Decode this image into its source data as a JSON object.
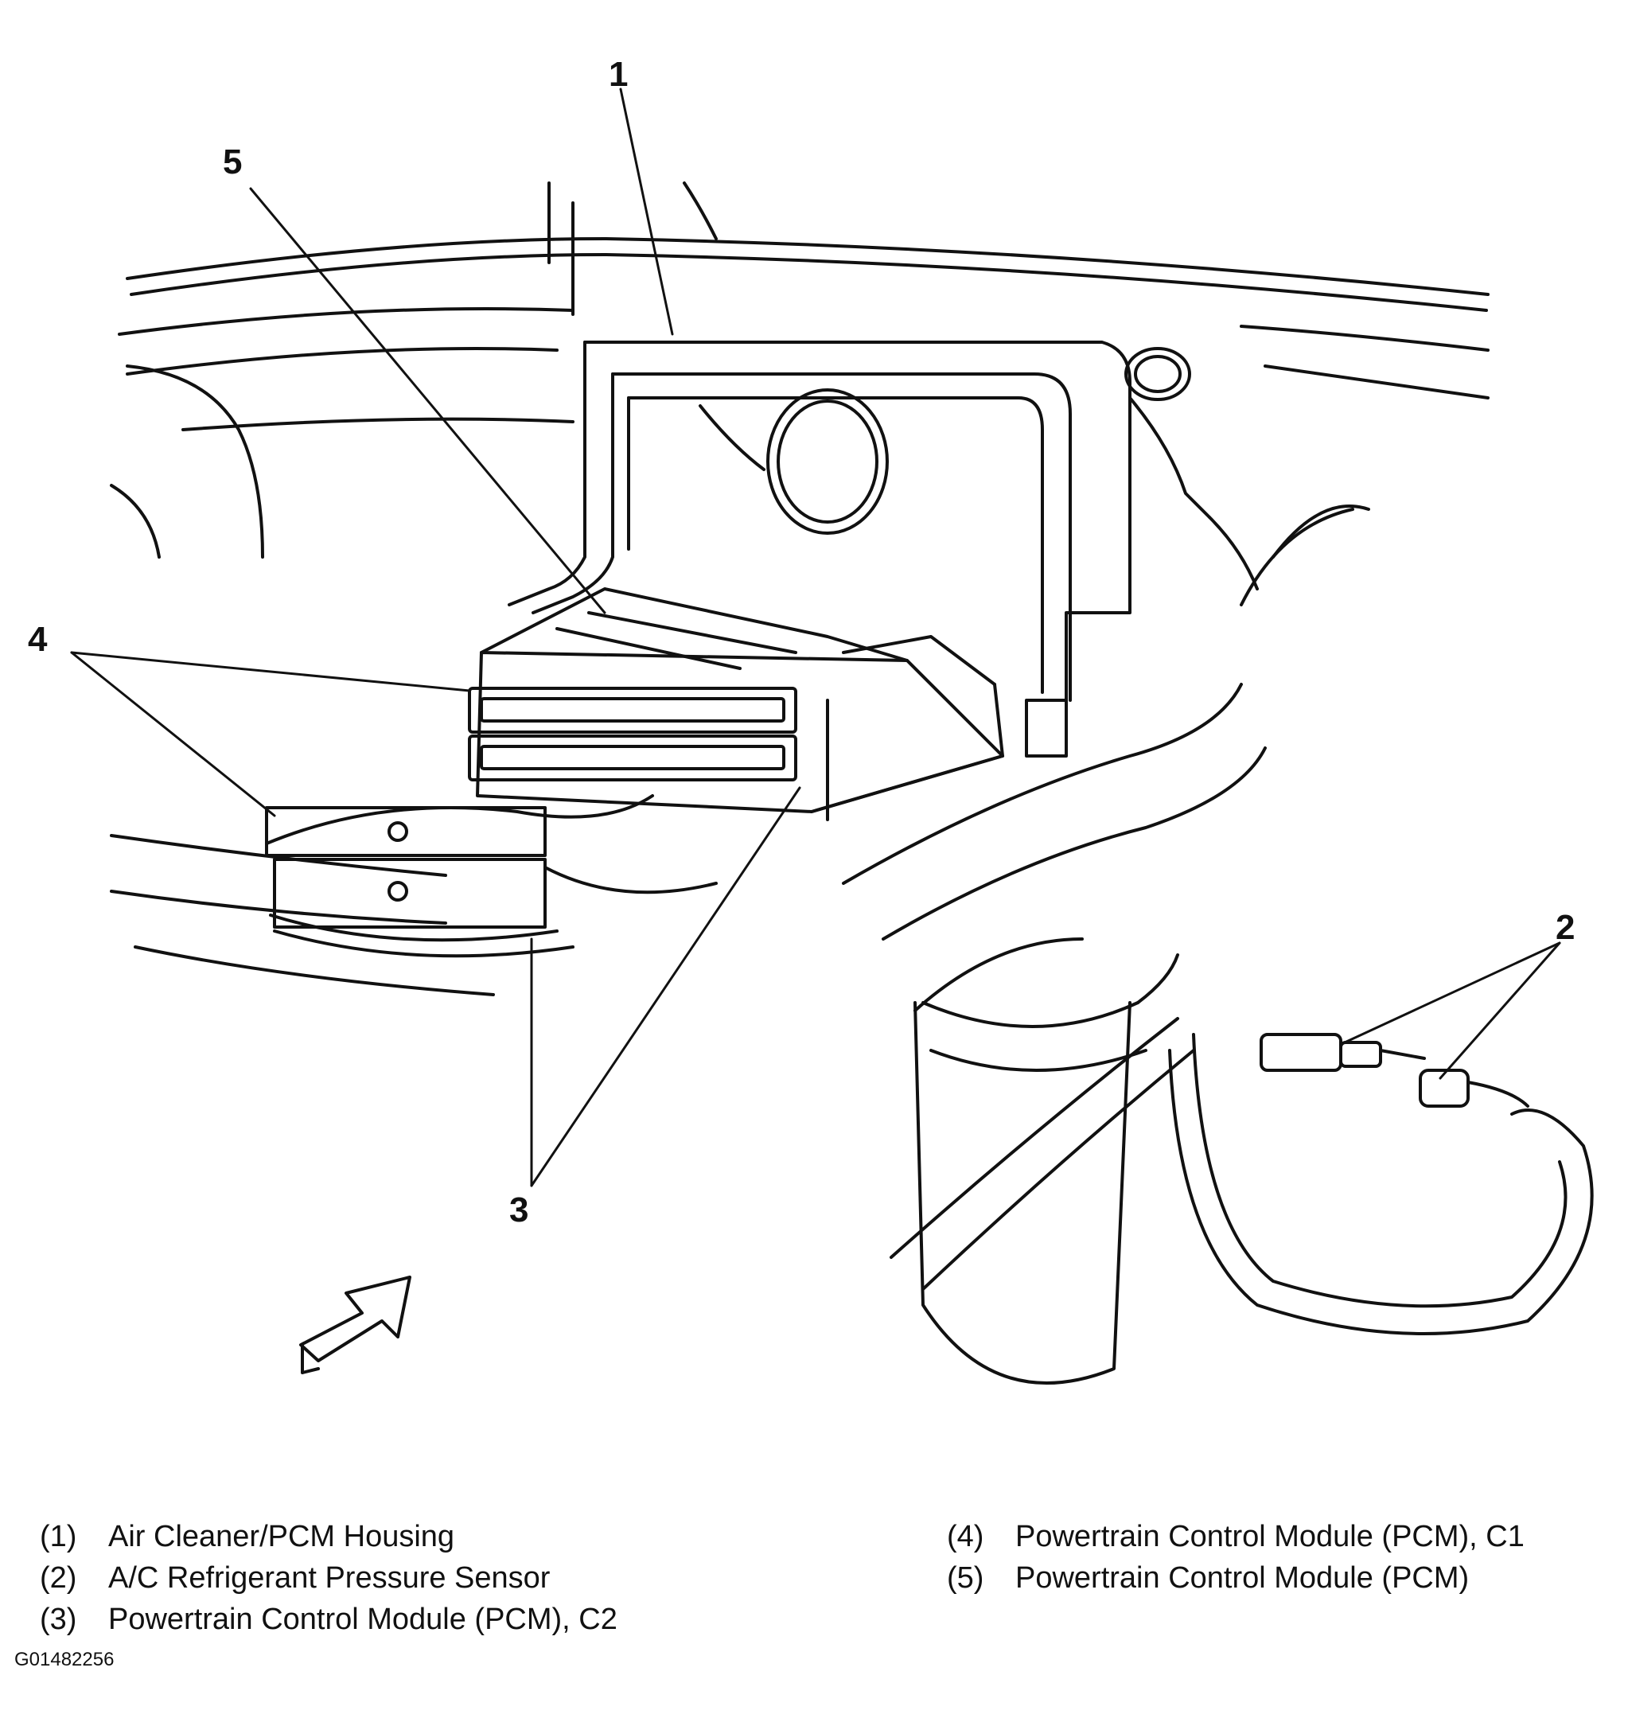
{
  "callouts": {
    "c1": "1",
    "c2": "2",
    "c3": "3",
    "c4": "4",
    "c5": "5"
  },
  "legend": [
    {
      "num": "(1)",
      "text": "Air Cleaner/PCM Housing"
    },
    {
      "num": "(2)",
      "text": "A/C Refrigerant Pressure Sensor"
    },
    {
      "num": "(3)",
      "text": "Powertrain Control Module (PCM), C2"
    },
    {
      "num": "(4)",
      "text": "Powertrain Control Module (PCM), C1"
    },
    {
      "num": "(5)",
      "text": "Powertrain Control Module (PCM)"
    }
  ],
  "figure_id": "G01482256",
  "colors": {
    "ink": "#111111",
    "paper": "#ffffff"
  }
}
